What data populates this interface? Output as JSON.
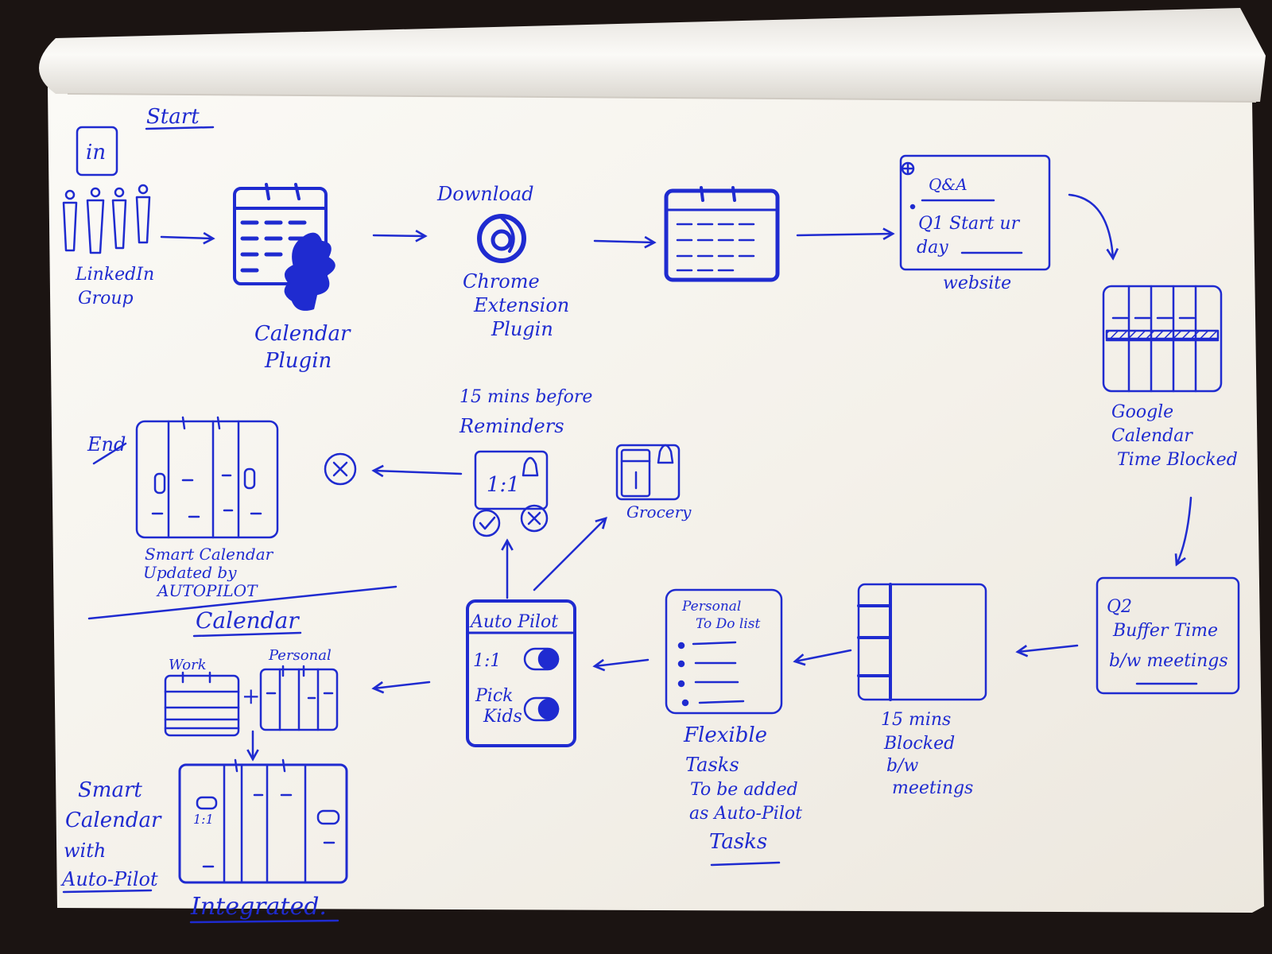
{
  "colors": {
    "ink": "#1f2bd0",
    "paper": "#f7f4ee",
    "backdrop": "#1b1412"
  },
  "labels": {
    "start": "Start",
    "end": "End",
    "linkedin_badge": "in",
    "linkedin_group_1": "LinkedIn",
    "linkedin_group_2": "Group",
    "calendar_plugin_1": "Calendar",
    "calendar_plugin_2": "Plugin",
    "download": "Download",
    "chrome_1": "Chrome",
    "chrome_2": "Extension",
    "chrome_3": "Plugin",
    "qa": "Q&A",
    "q1_line_1": "Q1 Start ur",
    "q1_line_2": "day",
    "website": "website",
    "google_1": "Google",
    "google_2": "Calendar",
    "google_3": "Time Blocked",
    "q2_line_1": "Q2",
    "q2_line_2": "Buffer Time",
    "q2_line_3": "b/w meetings",
    "blocked_1": "15 mins",
    "blocked_2": "Blocked",
    "blocked_3": "b/w",
    "blocked_4": "meetings",
    "todo_1": "Personal",
    "todo_2": "To Do list",
    "flexible_1": "Flexible",
    "flexible_2": "Tasks",
    "flexible_3": "To be added",
    "flexible_4": "as Auto-Pilot",
    "flexible_5": "Tasks",
    "autopilot_title": "Auto Pilot",
    "autopilot_row1": "1:1",
    "autopilot_row2_1": "Pick",
    "autopilot_row2_2": "Kids",
    "reminder_1": "15 mins before",
    "reminder_2": "Reminders",
    "reminder_card": "1:1",
    "grocery": "Grocery",
    "smart_updated_1": "Smart Calendar",
    "smart_updated_2": "Updated by",
    "smart_updated_3": "AUTOPILOT",
    "calendar_heading": "Calendar",
    "work": "Work",
    "personal": "Personal",
    "plus": "+",
    "integrated_cal_label": "1:1",
    "smart_autopilot_1": "Smart",
    "smart_autopilot_2": "Calendar",
    "smart_autopilot_3": "with",
    "smart_autopilot_4": "Auto-Pilot",
    "integrated": "Integrated."
  }
}
